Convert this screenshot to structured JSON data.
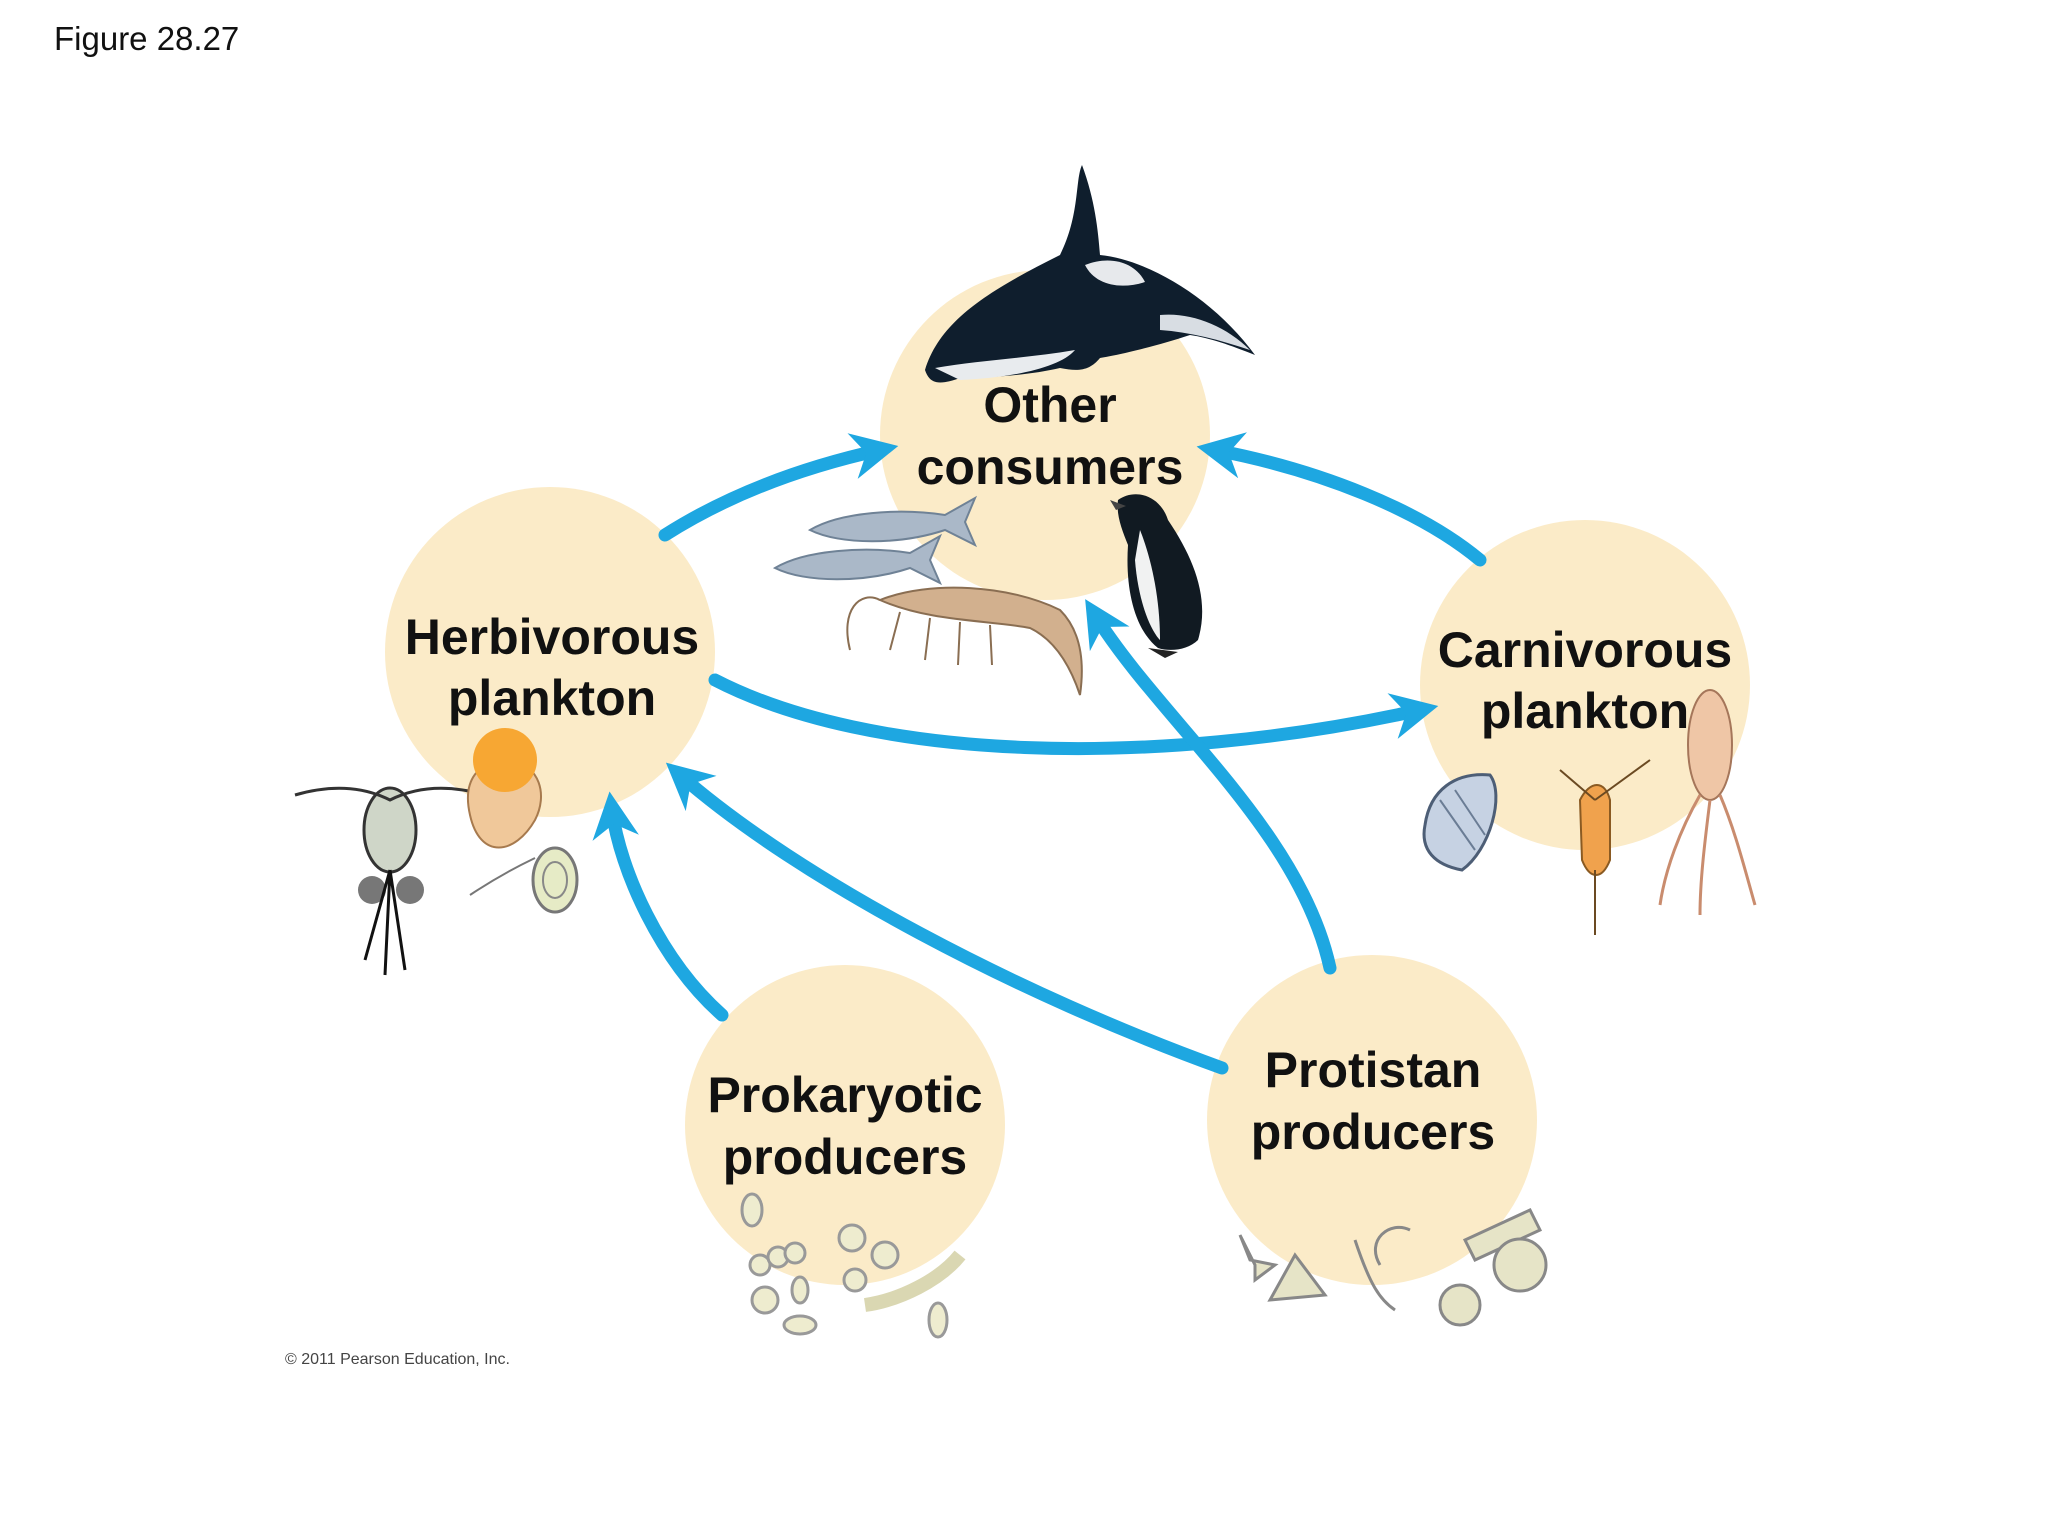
{
  "figure_label": "Figure 28.27",
  "nodes": {
    "other_consumers": {
      "line1": "Other",
      "line2": "consumers"
    },
    "herbivorous_plankton": {
      "line1": "Herbivorous",
      "line2": "plankton"
    },
    "carnivorous_plankton": {
      "line1": "Carnivorous",
      "line2": "plankton"
    },
    "prokaryotic_producers": {
      "line1": "Prokaryotic",
      "line2": "producers"
    },
    "protistan_producers": {
      "line1": "Protistan",
      "line2": "producers"
    }
  },
  "edges": [
    {
      "from": "herbivorous_plankton",
      "to": "other_consumers"
    },
    {
      "from": "carnivorous_plankton",
      "to": "other_consumers"
    },
    {
      "from": "herbivorous_plankton",
      "to": "carnivorous_plankton"
    },
    {
      "from": "prokaryotic_producers",
      "to": "herbivorous_plankton"
    },
    {
      "from": "protistan_producers",
      "to": "herbivorous_plankton"
    },
    {
      "from": "protistan_producers",
      "to": "other_consumers"
    }
  ],
  "copyright": "© 2011 Pearson Education, Inc.",
  "colors": {
    "circle": "#fbebc8",
    "arrow": "#1ea7e1"
  },
  "icons": [
    "orca-icon",
    "fish-icon",
    "shrimp-icon",
    "penguin-icon",
    "copepod-icon",
    "rotifer-icon",
    "ciliate-icon",
    "chaetognath-icon",
    "krill-icon",
    "siphonophore-icon",
    "bacteria-icon",
    "diatom-icon",
    "dinoflagellate-icon"
  ]
}
